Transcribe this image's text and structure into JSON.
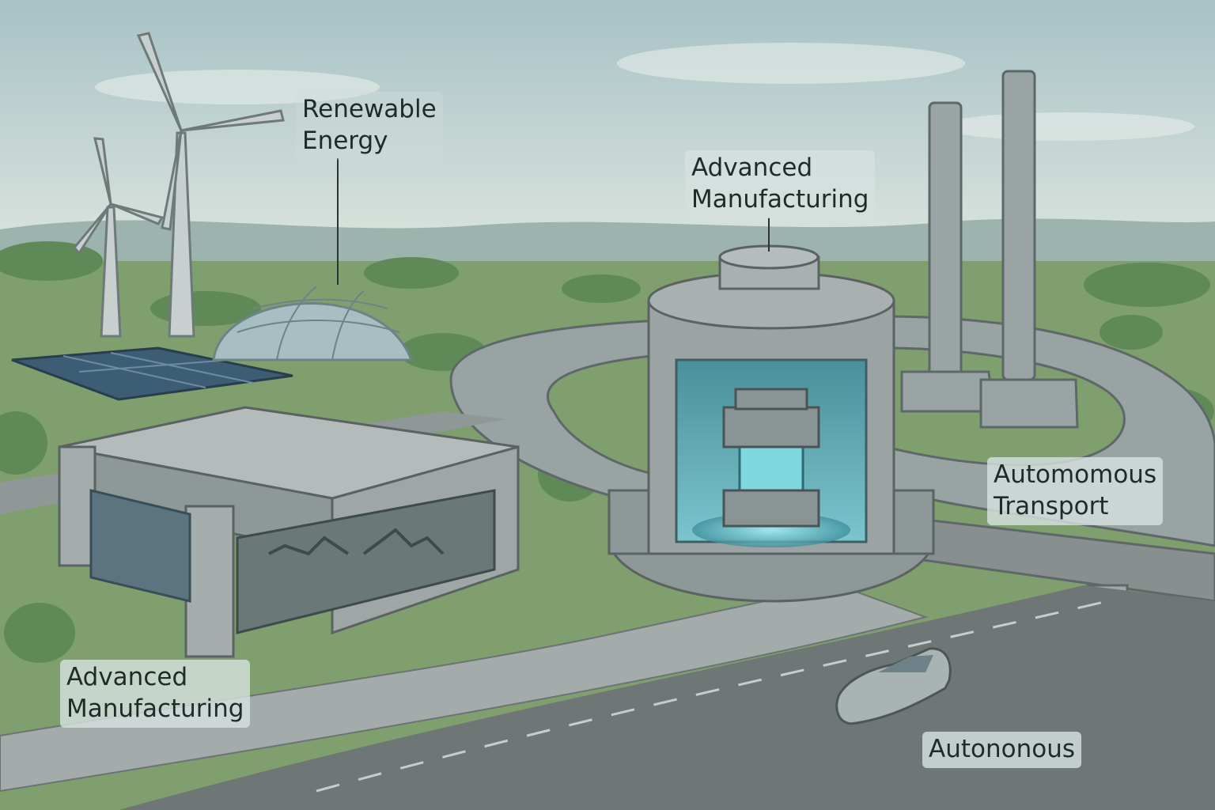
{
  "labels": {
    "renewable": {
      "line1": "Renewable",
      "line2": "Energy"
    },
    "manufacturing_top": {
      "line1": "Advanced",
      "line2": "Manufacturing"
    },
    "manufacturing_left": {
      "line1": "Advanced",
      "line2": "Manufacturing"
    },
    "transport": {
      "line1": "Automomous",
      "line2": "Transport"
    },
    "autonomous": {
      "line1": "Autononous"
    }
  },
  "colors": {
    "sky_top": "#a9c4c8",
    "sky_bottom": "#d7e2dc",
    "grass": "#7fa06e",
    "concrete": "#8e9898",
    "road": "#6f7676",
    "reactor_glow": "#5fc8d8"
  }
}
